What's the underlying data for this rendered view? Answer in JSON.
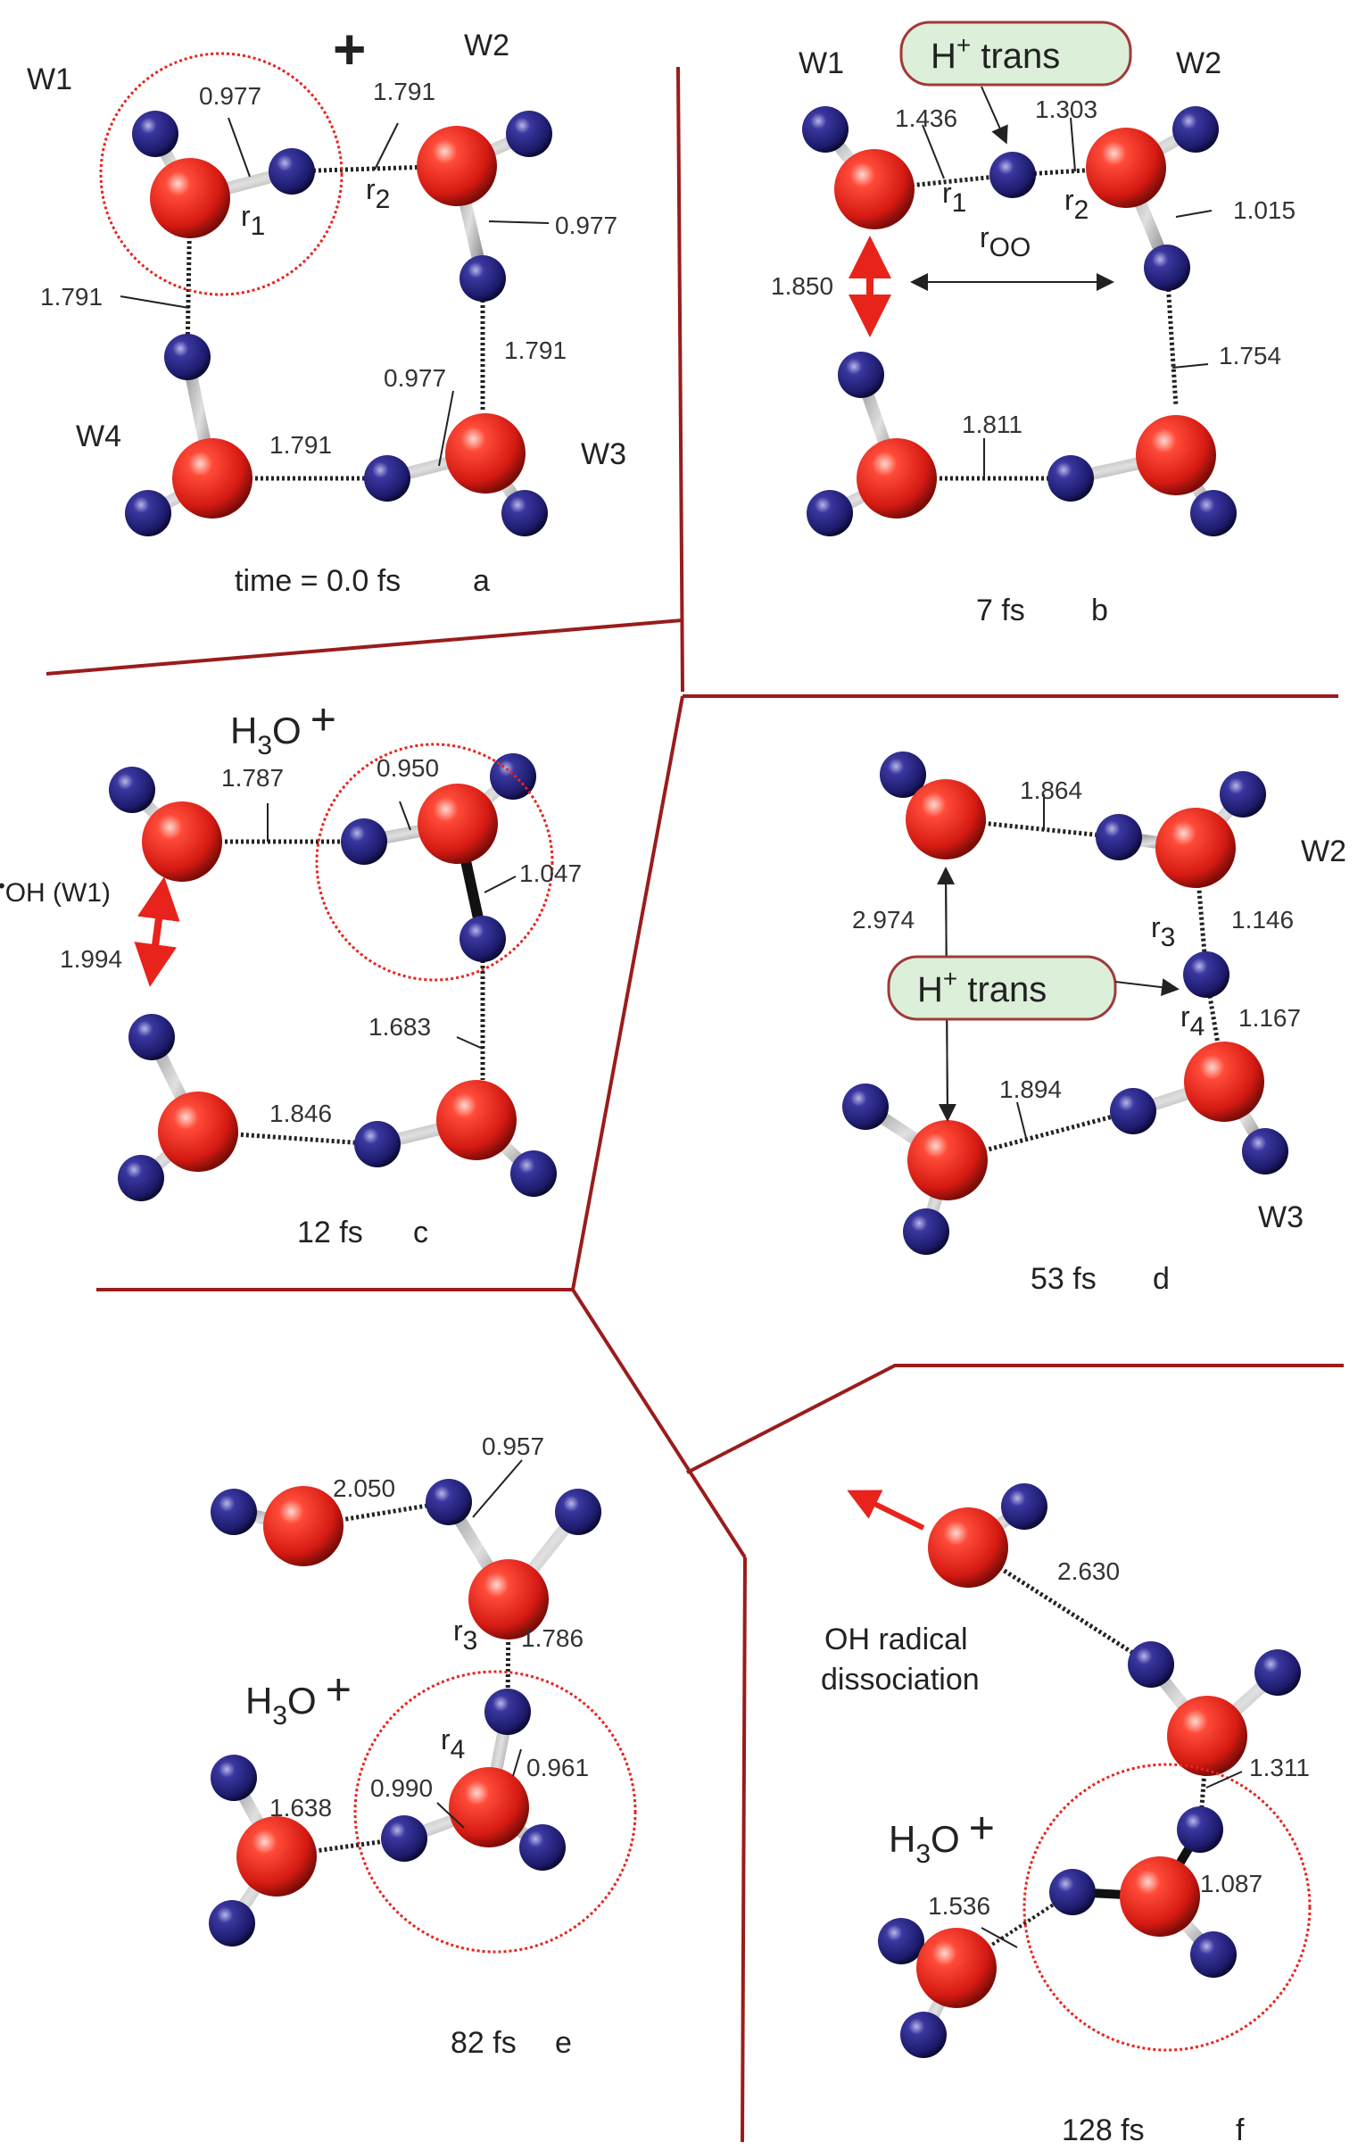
{
  "panels": {
    "a": {
      "letter": "a",
      "time": "time = 0.0 fs",
      "charge": "+",
      "w1": "W1",
      "w2": "W2",
      "w3": "W3",
      "w4": "W4",
      "d_oh": "0.977",
      "d_top": "1.791",
      "d_w2": "0.977",
      "d_left": "1.791",
      "d_right": "1.791",
      "d_w3": "0.977",
      "d_bottom": "1.791",
      "r1": "r",
      "r1_sub": "1",
      "r2": "r",
      "r2_sub": "2"
    },
    "b": {
      "letter": "b",
      "time": "7 fs",
      "w1": "W1",
      "w2": "W2",
      "callout_h": "H",
      "callout_sup": "+",
      "callout_rest": " trans",
      "d_r1": "1.436",
      "d_r2": "1.303",
      "d_w2": "1.015",
      "d_left": "1.850",
      "d_right": "1.754",
      "d_bottom": "1.811",
      "r1": "r",
      "r1_sub": "1",
      "r2": "r",
      "r2_sub": "2",
      "roo": "r",
      "roo_sub": "OO"
    },
    "c": {
      "letter": "c",
      "time": "12 fs",
      "h3o_pre": "H",
      "h3o_sub": "3",
      "h3o_post": "O",
      "h3o_charge": "+",
      "oh": "OH (W1)",
      "oh_dot": "•",
      "d_top": "1.787",
      "d_in1": "0.950",
      "d_in2": "1.047",
      "d_left": "1.994",
      "d_right": "1.683",
      "d_bottom": "1.846"
    },
    "d": {
      "letter": "d",
      "time": "53 fs",
      "w2": "W2",
      "w3": "W3",
      "callout_h": "H",
      "callout_sup": "+",
      "callout_rest": " trans",
      "d_top": "1.864",
      "d_oo": "2.974",
      "d_r3": "1.146",
      "d_r4": "1.167",
      "d_bottom": "1.894",
      "r3": "r",
      "r3_sub": "3",
      "r4": "r",
      "r4_sub": "4"
    },
    "e": {
      "letter": "e",
      "time": "82 fs",
      "h3o_pre": "H",
      "h3o_sub": "3",
      "h3o_post": "O",
      "h3o_charge": "+",
      "d_top": "2.050",
      "d_oh": "0.957",
      "d_r3": "1.786",
      "d_in1": "0.990",
      "d_in2": "0.961",
      "d_left": "1.638",
      "r3": "r",
      "r3_sub": "3",
      "r4": "r",
      "r4_sub": "4"
    },
    "f": {
      "letter": "f",
      "time": "128 fs",
      "h3o_pre": "H",
      "h3o_sub": "3",
      "h3o_post": "O",
      "h3o_charge": "+",
      "radical_line1": "OH radical",
      "radical_line2": "dissociation",
      "d_oo": "2.630",
      "d_mid": "1.311",
      "d_in": "1.087",
      "d_left": "1.536"
    }
  },
  "colors": {
    "oxygen": "#e8231c",
    "hydrogen": "#22207a",
    "divider": "#9a1c1c",
    "arrow": "#e8231c",
    "circle": "#e8231c",
    "callout_fill": "#dcefd9",
    "callout_stroke": "#a03a3a"
  }
}
